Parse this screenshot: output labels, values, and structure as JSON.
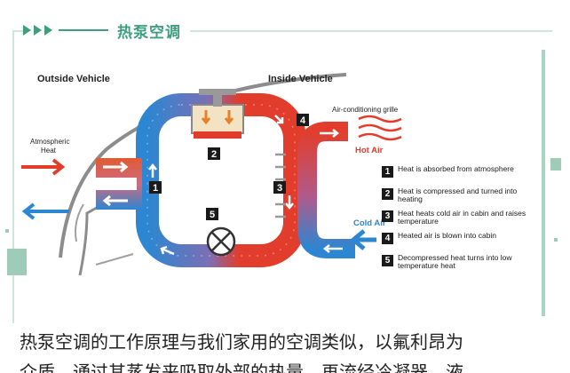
{
  "header": {
    "title": "热泵空调"
  },
  "diagram": {
    "outside_label": "Outside Vehicle",
    "inside_label": "Inside Vehicle",
    "atmospheric_heat": [
      "Atmospheric",
      "Heat"
    ],
    "grille_label": "Air-conditioning grille",
    "hot_air": "Hot Air",
    "cold_air": "Cold Air",
    "callouts": [
      "1",
      "2",
      "3",
      "4",
      "5"
    ],
    "colors": {
      "hot": "#e23d2c",
      "cold": "#2c86d1",
      "pipe_orange": "#e8802a",
      "accent": "#3e9e7f"
    }
  },
  "legend": [
    {
      "num": "1",
      "text": "Heat is absorbed from atmosphere"
    },
    {
      "num": "2",
      "text": "Heat is compressed and turned into heating"
    },
    {
      "num": "3",
      "text": "Heat heats cold air in cabin and raises temperature"
    },
    {
      "num": "4",
      "text": "Heated air is blown into cabin"
    },
    {
      "num": "5",
      "text": "Decompressed heat turns into low temperature heat"
    }
  ],
  "caption": {
    "line1": "热泵空调的工作原理与我们家用的空调类似，以氟利昂为",
    "line2": "介质，通过其蒸发来吸取外部的热量，再流经冷凝器，液"
  }
}
